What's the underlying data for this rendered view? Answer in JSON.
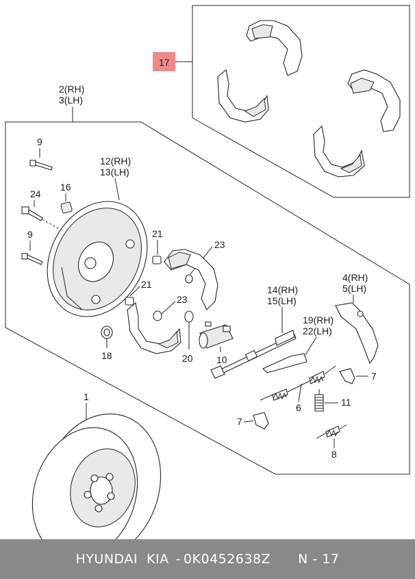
{
  "callouts": {
    "c17": "17",
    "c2rh": "2(RH)",
    "c3lh": "3(LH)",
    "c9a": "9",
    "c16": "16",
    "c24": "24",
    "c9b": "9",
    "c12rh": "12(RH)",
    "c13lh": "13(LH)",
    "c21a": "21",
    "c23a": "23",
    "c21b": "21",
    "c23b": "23",
    "c18": "18",
    "c20": "20",
    "c10": "10",
    "c14rh": "14(RH)",
    "c15lh": "15(LH)",
    "c19rh": "19(RH)",
    "c22lh": "22(LH)",
    "c4rh": "4(RH)",
    "c5lh": "5(LH)",
    "c7a": "7",
    "c6": "6",
    "c11": "11",
    "c7b": "7",
    "c8": "8",
    "c1": "1"
  },
  "colors": {
    "highlight": "#f08a8a",
    "footer_bg": "#898989"
  },
  "footer": {
    "brand": "HYUNDAI  KIA",
    "separator": "-",
    "part_number": "0K0452638Z",
    "ref": "N - 17"
  }
}
